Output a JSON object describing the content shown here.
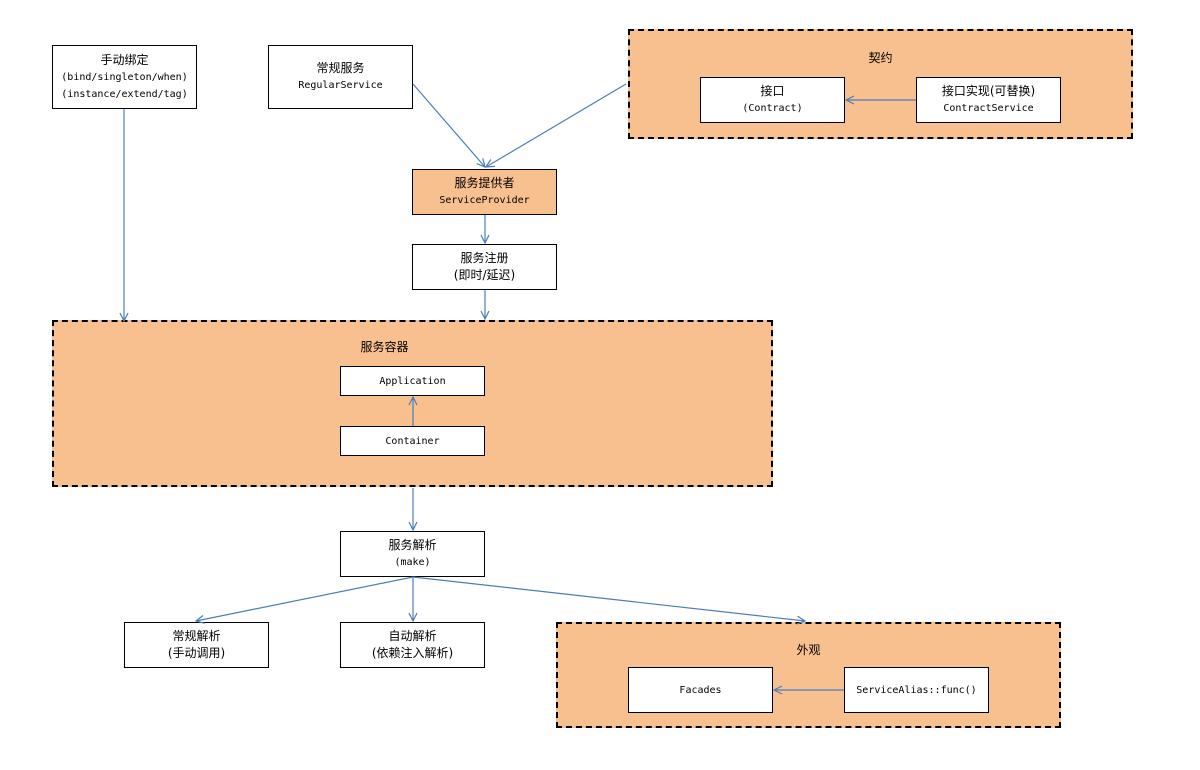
{
  "manual_binding": {
    "title": "手动绑定",
    "line1": "(bind/singleton/when)",
    "line2": "(instance/extend/tag)"
  },
  "regular_service": {
    "title": "常规服务",
    "subtitle": "RegularService"
  },
  "contract_group": {
    "title": "契约",
    "interface": {
      "title": "接口",
      "subtitle": "(Contract)"
    },
    "implementation": {
      "title": "接口实现(可替换)",
      "subtitle": "ContractService"
    }
  },
  "service_provider": {
    "title": "服务提供者",
    "subtitle": "ServiceProvider"
  },
  "service_registration": {
    "title": "服务注册",
    "subtitle": "(即时/延迟)"
  },
  "container_group": {
    "title": "服务容器",
    "application": "Application",
    "container": "Container"
  },
  "service_resolution": {
    "title": "服务解析",
    "subtitle": "(make)"
  },
  "regular_resolution": {
    "title": "常规解析",
    "subtitle": "(手动调用)"
  },
  "auto_resolution": {
    "title": "自动解析",
    "subtitle": "(依赖注入解析)"
  },
  "facade_group": {
    "title": "外观",
    "facades": "Facades",
    "alias": "ServiceAlias::func()"
  },
  "colors": {
    "fill": "#f8bf8f",
    "edge": "#4a7ebb",
    "border": "#000000"
  }
}
